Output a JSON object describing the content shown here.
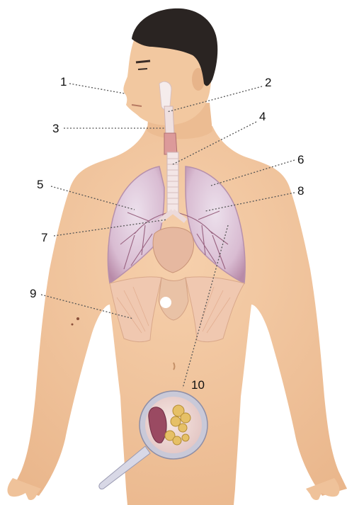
{
  "labels": [
    "1",
    "2",
    "3",
    "4",
    "5",
    "6",
    "7",
    "8",
    "9",
    "10"
  ],
  "colors": {
    "skin": "#f0c49c",
    "skin_shadow": "#d9a57a",
    "hair": "#2a2422",
    "lung": "#d9bcd2",
    "lung_vessel": "#8c5070",
    "trachea": "#f3e6e6",
    "heart": "#e6b8a0",
    "diaphragm": "#f0c8b0",
    "magnifier_rim": "#c9c9d8",
    "label_text": "#111111",
    "leader_line": "#555555"
  }
}
